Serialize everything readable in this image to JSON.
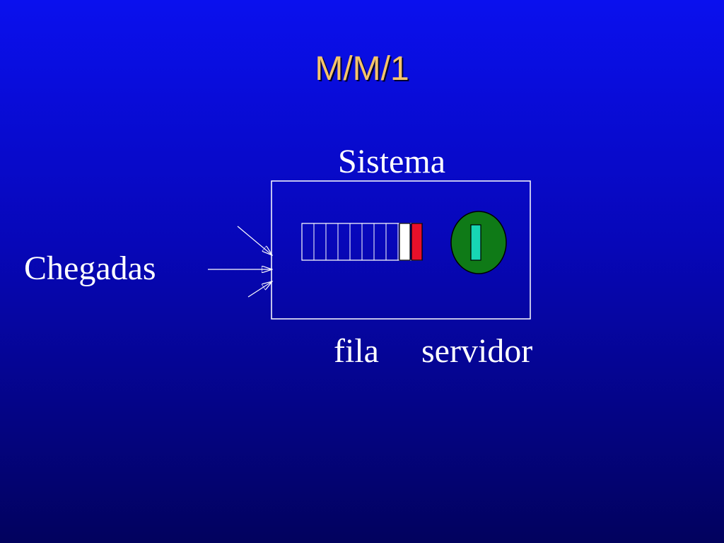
{
  "title": "M/M/1",
  "labels": {
    "system": "Sistema",
    "arrivals": "Chegadas",
    "queue": "fila",
    "server": "servidor"
  },
  "queue": {
    "slots": 10,
    "occupied_colors": [
      "#ffffff",
      "#e8102a"
    ]
  },
  "colors": {
    "title": "#f5c46a",
    "text": "#ffffff",
    "server_fill": "#0f7a17",
    "customer_in_service": "#17d6b4",
    "background_top": "#0a10ee",
    "background_bottom": "#02025e"
  }
}
